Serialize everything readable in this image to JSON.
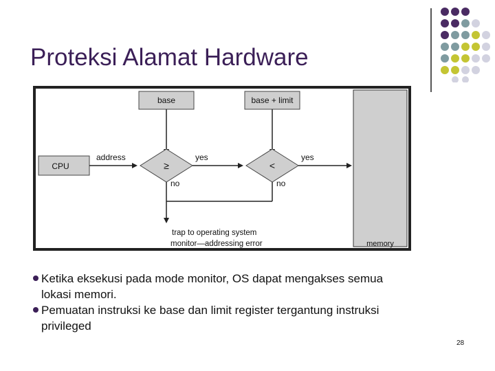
{
  "slide": {
    "title": "Proteksi Alamat Hardware",
    "page_number": "28",
    "accent_colors": {
      "title": "#3b1f57",
      "dot_purple": "#4a2b63",
      "dot_slate": "#7f9ba0",
      "dot_olive": "#c4c533",
      "dot_lavender": "#d2d2e0"
    }
  },
  "diagram": {
    "base_label": "base",
    "base_limit_label": "base + limit",
    "cpu_label": "CPU",
    "address_label": "address",
    "ge_symbol": "≥",
    "lt_symbol": "<",
    "yes1": "yes",
    "yes2": "yes",
    "no1": "no",
    "no2": "no",
    "trap_line1": "trap to operating system",
    "trap_line2": "monitor—addressing error",
    "memory_label": "memory"
  },
  "bullets": [
    {
      "line1": "Ketika eksekusi pada mode monitor, OS dapat mengakses semua",
      "line2": "lokasi memori."
    },
    {
      "line1": "Pemuatan instruksi ke base dan limit register tergantung instruksi",
      "line2": "privileged"
    }
  ]
}
